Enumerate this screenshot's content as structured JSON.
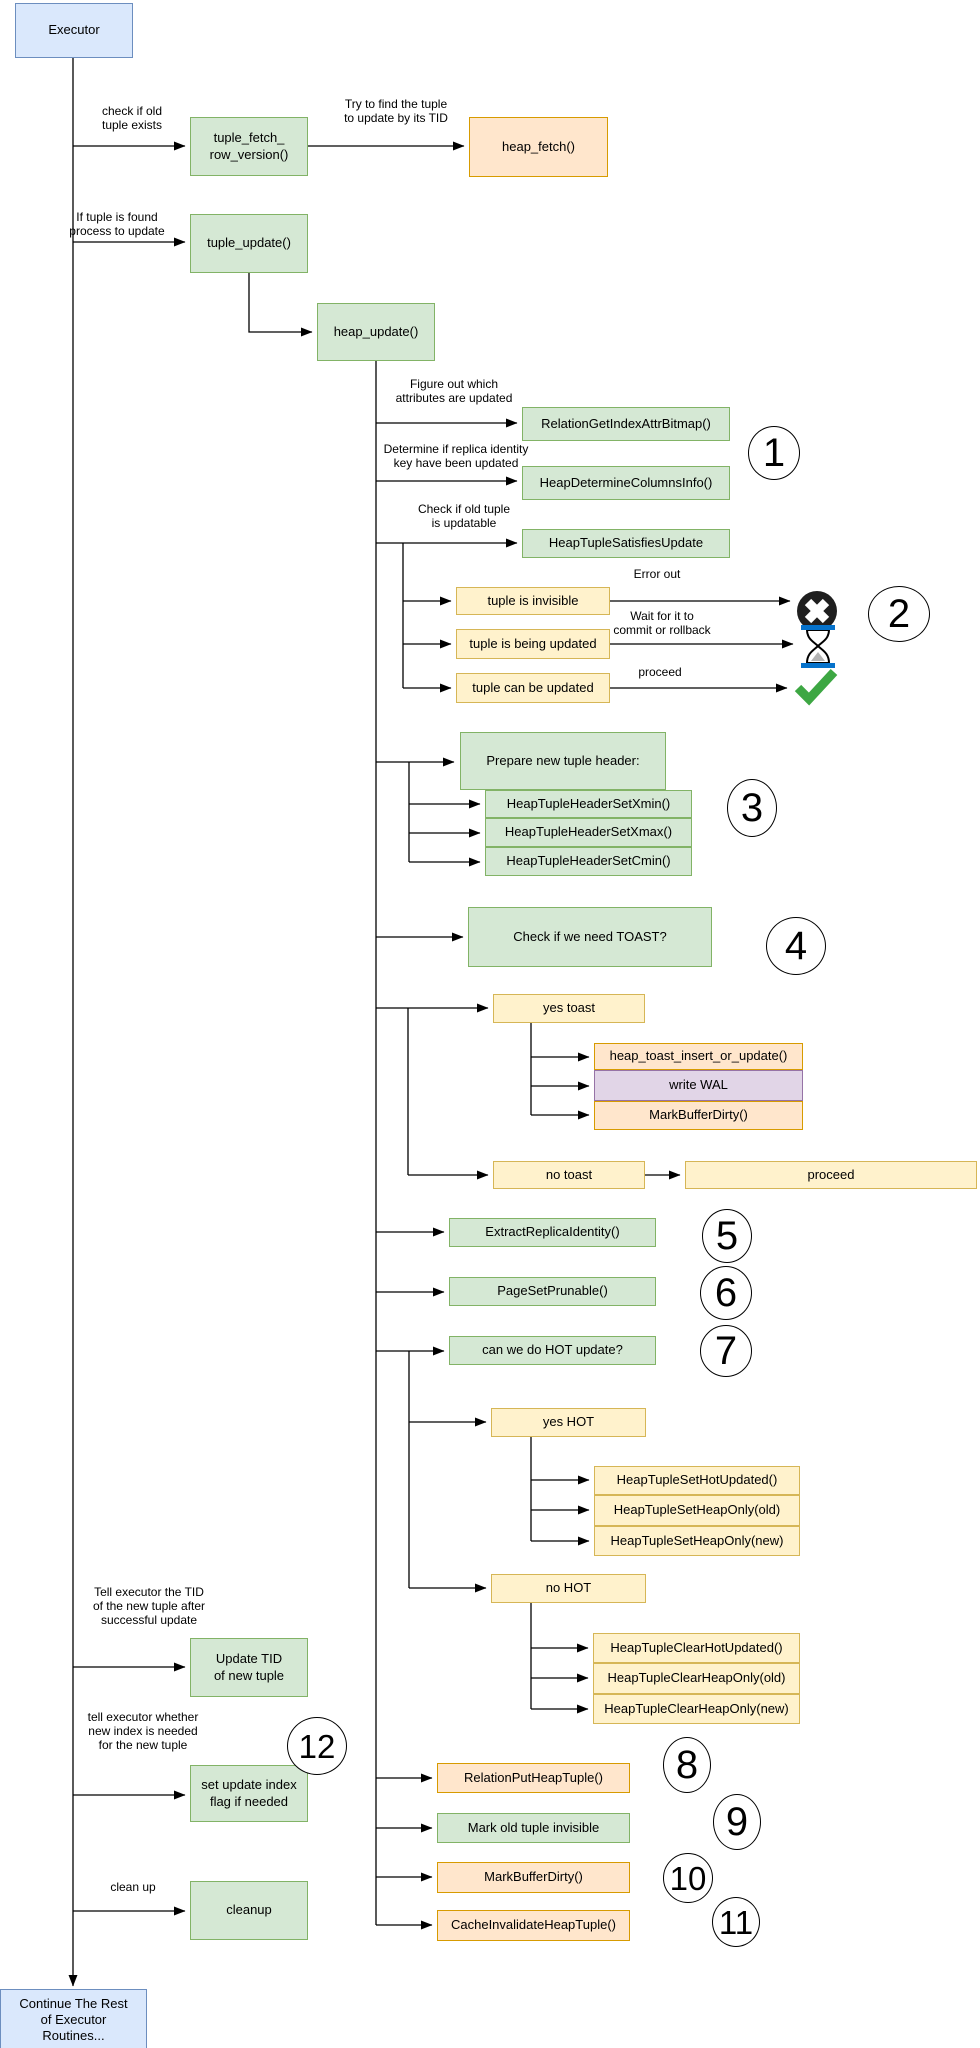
{
  "palette": {
    "green-fill": "#d5e8d4",
    "green-border": "#82b366",
    "yellow-fill": "#fff2cc",
    "yellow-border": "#d6b656",
    "orange-fill": "#ffe6cc",
    "orange-border": "#d79b00",
    "purple-fill": "#e1d5e7",
    "purple-border": "#9673a6",
    "blue-fill": "#dae8fc",
    "blue-border": "#6c8ebf",
    "line": "#000000",
    "check-green": "#3da743",
    "icon-black": "#1f1f1f",
    "hourglass-blue": "#0672cb"
  },
  "nodes": {
    "executor": "Executor",
    "tuple_fetch": "tuple_fetch_\nrow_version()",
    "heap_fetch": "heap_fetch()",
    "tuple_update": "tuple_update()",
    "heap_update": "heap_update()",
    "relation_get_index_attr_bitmap": "RelationGetIndexAttrBitmap()",
    "heap_determine_columns_info": "HeapDetermineColumnsInfo()",
    "heap_tuple_satisfies_update": "HeapTupleSatisfiesUpdate",
    "tuple_is_invisible": "tuple is invisible",
    "tuple_is_being_updated": "tuple is being updated",
    "tuple_can_be_updated": "tuple can be updated",
    "prepare_new_tuple_header": "Prepare new tuple header:",
    "set_xmin": "HeapTupleHeaderSetXmin()",
    "set_xmax": "HeapTupleHeaderSetXmax()",
    "set_cmin": "HeapTupleHeaderSetCmin()",
    "check_toast": "Check if we need TOAST?",
    "yes_toast": "yes toast",
    "heap_toast_insert_or_update": "heap_toast_insert_or_update()",
    "write_wal": "write WAL",
    "mark_buffer_dirty_toast": "MarkBufferDirty()",
    "no_toast": "no toast",
    "proceed_box": "proceed",
    "extract_replica_identity": "ExtractReplicaIdentity()",
    "page_set_prunable": "PageSetPrunable()",
    "can_we_do_hot_update": "can we do HOT update?",
    "yes_hot": "yes HOT",
    "set_hot_updated": "HeapTupleSetHotUpdated()",
    "set_heap_only_old": "HeapTupleSetHeapOnly(old)",
    "set_heap_only_new": "HeapTupleSetHeapOnly(new)",
    "no_hot": "no HOT",
    "clear_hot_updated": "HeapTupleClearHotUpdated()",
    "clear_heap_only_old": "HeapTupleClearHeapOnly(old)",
    "clear_heap_only_new": "HeapTupleClearHeapOnly(new)",
    "relation_put_heap_tuple": "RelationPutHeapTuple()",
    "mark_old_tuple_invisible": "Mark old tuple invisible",
    "mark_buffer_dirty_2": "MarkBufferDirty()",
    "cache_invalidate_heap_tuple": "CacheInvalidateHeapTuple()",
    "update_tid": "Update TID\nof new tuple",
    "set_update_index_flag": "set update index\nflag if needed",
    "cleanup": "cleanup",
    "continue_rest": "Continue The Rest\nof Executor\nRoutines..."
  },
  "edges": {
    "check_old_tuple_exists": "check if old\ntuple exists",
    "try_to_find_tuple": "Try to find the tuple\nto update by its TID",
    "if_tuple_found": "If tuple is found\nprocess to update",
    "figure_out_attributes": "Figure out which\nattributes are updated",
    "determine_replica_identity": "Determine if replica identity\nkey have been updated",
    "check_old_tuple_updatable": "Check if old tuple\nis updatable",
    "error_out": "Error out",
    "wait_commit_rollback": "Wait for it to\ncommit or rollback",
    "proceed": "proceed",
    "tell_executor_tid": "Tell executor the TID\nof the new tuple after\nsuccessful update",
    "tell_executor_index": "tell executor whether\nnew index is needed\nfor the new tuple",
    "clean_up": "clean up"
  },
  "steps": [
    "1",
    "2",
    "3",
    "4",
    "5",
    "6",
    "7",
    "8",
    "9",
    "10",
    "11",
    "12"
  ],
  "icons": {
    "error": "circled-x",
    "wait": "hourglass",
    "proceed": "checkmark"
  }
}
